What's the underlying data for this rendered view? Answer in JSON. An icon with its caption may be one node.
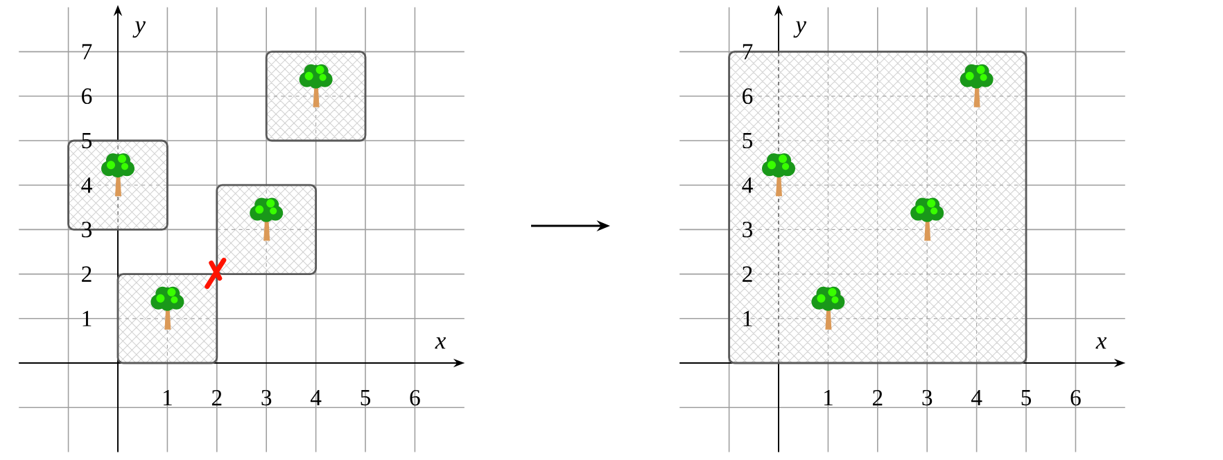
{
  "diagram": {
    "nodes": [
      {
        "text": [],
        "shape": "box"
      },
      {
        "text": [],
        "shape": "box"
      },
      {
        "text": [],
        "shape": "box"
      },
      {
        "text": [],
        "shape": "box"
      },
      {
        "text": [],
        "shape": "box"
      }
    ],
    "labels": [
      "y",
      "7",
      "6",
      "5",
      "4",
      "3",
      "2",
      "1",
      "x",
      "1",
      "2",
      "3",
      "4",
      "5",
      "6",
      "y",
      "7",
      "6",
      "5",
      "4",
      "3",
      "2",
      "1",
      "x",
      "1",
      "2",
      "3",
      "4",
      "5",
      "6"
    ]
  }
}
